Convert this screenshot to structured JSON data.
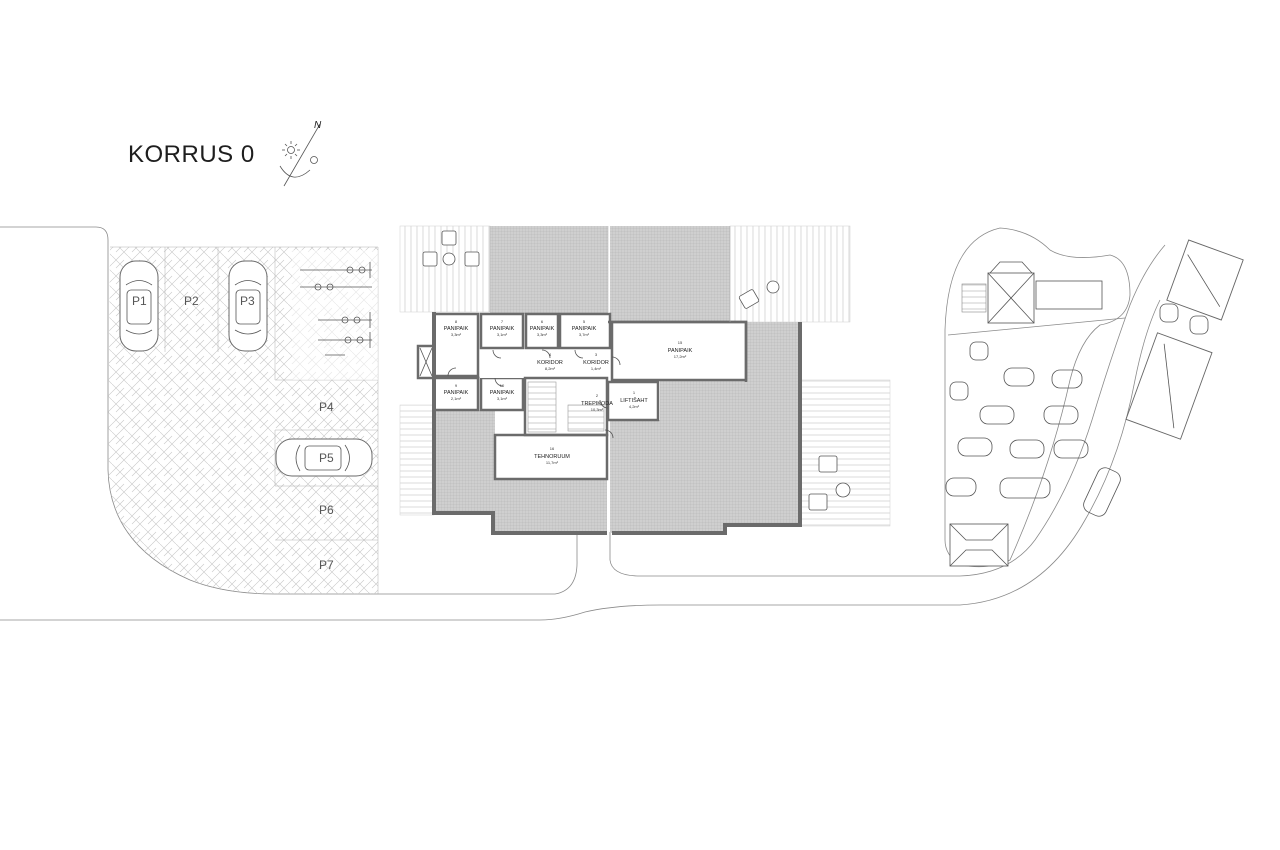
{
  "title": "KORRUS 0",
  "north_label": "N",
  "parking": [
    {
      "id": "p1",
      "label": "P1"
    },
    {
      "id": "p2",
      "label": "P2"
    },
    {
      "id": "p3",
      "label": "P3"
    },
    {
      "id": "p4",
      "label": "P4"
    },
    {
      "id": "p5",
      "label": "P5"
    },
    {
      "id": "p6",
      "label": "P6"
    },
    {
      "id": "p7",
      "label": "P7"
    }
  ],
  "rooms": [
    {
      "id": "r8",
      "num": "8",
      "name": "PANIPAIK",
      "area": "3,3m²"
    },
    {
      "id": "r7",
      "num": "7",
      "name": "PANIPAIK",
      "area": "3,1m²"
    },
    {
      "id": "r6",
      "num": "6",
      "name": "PANIPAIK",
      "area": "3,3m²"
    },
    {
      "id": "r5",
      "num": "5",
      "name": "PANIPAIK",
      "area": "3,7m²"
    },
    {
      "id": "r4",
      "num": "4",
      "name": "KORIDOR",
      "area": "8,2m²"
    },
    {
      "id": "r3",
      "num": "3",
      "name": "KORIDOR",
      "area": "1,4m²"
    },
    {
      "id": "r9",
      "num": "9",
      "name": "PANIPAIK",
      "area": "2,1m²"
    },
    {
      "id": "r10",
      "num": "10",
      "name": "PANIPAIK",
      "area": "3,1m²"
    },
    {
      "id": "r2",
      "num": "2",
      "name": "TREPIKODA",
      "area": "10,3m²"
    },
    {
      "id": "r1",
      "num": "1",
      "name": "LIFTIŠAHT",
      "area": "4,2m²"
    },
    {
      "id": "r15",
      "num": "15",
      "name": "PANIPAIK",
      "area": "17,2m²"
    },
    {
      "id": "r16",
      "num": "16",
      "name": "TEHNORUUM",
      "area": "11,7m²"
    }
  ],
  "colors": {
    "wall": "#6b6b6b",
    "paving": "#cfcfcf",
    "line": "#8a8a8a",
    "text": "#1e1e1e"
  }
}
